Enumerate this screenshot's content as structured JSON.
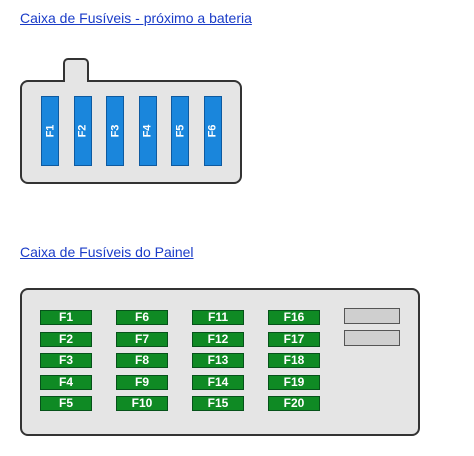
{
  "battery_box": {
    "title": "Caixa de Fusíveis - próximo a bateria",
    "fuses": [
      "F1",
      "F2",
      "F3",
      "F4",
      "F5",
      "F6"
    ],
    "fuse_color": "#1a86dc"
  },
  "panel_box": {
    "title": "Caixa de Fusíveis do Painel",
    "columns": [
      [
        "F1",
        "F2",
        "F3",
        "F4",
        "F5"
      ],
      [
        "F6",
        "F7",
        "F8",
        "F9",
        "F10"
      ],
      [
        "F11",
        "F12",
        "F13",
        "F14",
        "F15"
      ],
      [
        "F16",
        "F17",
        "F18",
        "F19",
        "F20"
      ]
    ],
    "relay_count": 2,
    "fuse_color": "#0f8a24"
  }
}
